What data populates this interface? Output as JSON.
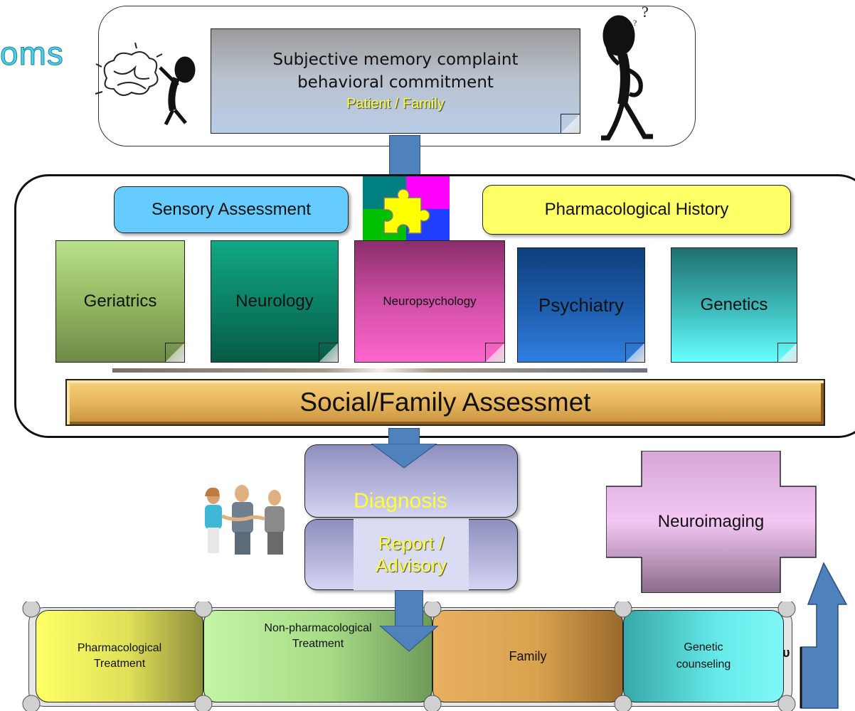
{
  "partial_title": "oms",
  "intake": {
    "line1": "Subjective memory complaint",
    "line2": "behavioral commitment",
    "line3": "Patient / Family"
  },
  "assessment": {
    "sensory": "Sensory Assessment",
    "pharma_history": "Pharmacological History",
    "specialties": [
      "Geriatrics",
      "Neurology",
      "Neuropsychology",
      "Psychiatry",
      "Genetics"
    ],
    "social": "Social/Family Assessmet"
  },
  "diagnosis": "Diagnosis",
  "report": {
    "line1": "Report /",
    "line2": "Advisory"
  },
  "neuroimaging": "Neuroimaging",
  "treatments": [
    {
      "line1": "Pharmacological",
      "line2": "Treatment"
    },
    {
      "line1": "Non-pharmacological",
      "line2": "Treatment"
    },
    {
      "line1": "Family",
      "line2": ""
    },
    {
      "line1": "Genetic",
      "line2": "counseling"
    }
  ],
  "colors": {
    "accent_yellow": "#ffff33",
    "arrow_blue": "#4f81bd",
    "title_teal": "#2aa7c4"
  }
}
